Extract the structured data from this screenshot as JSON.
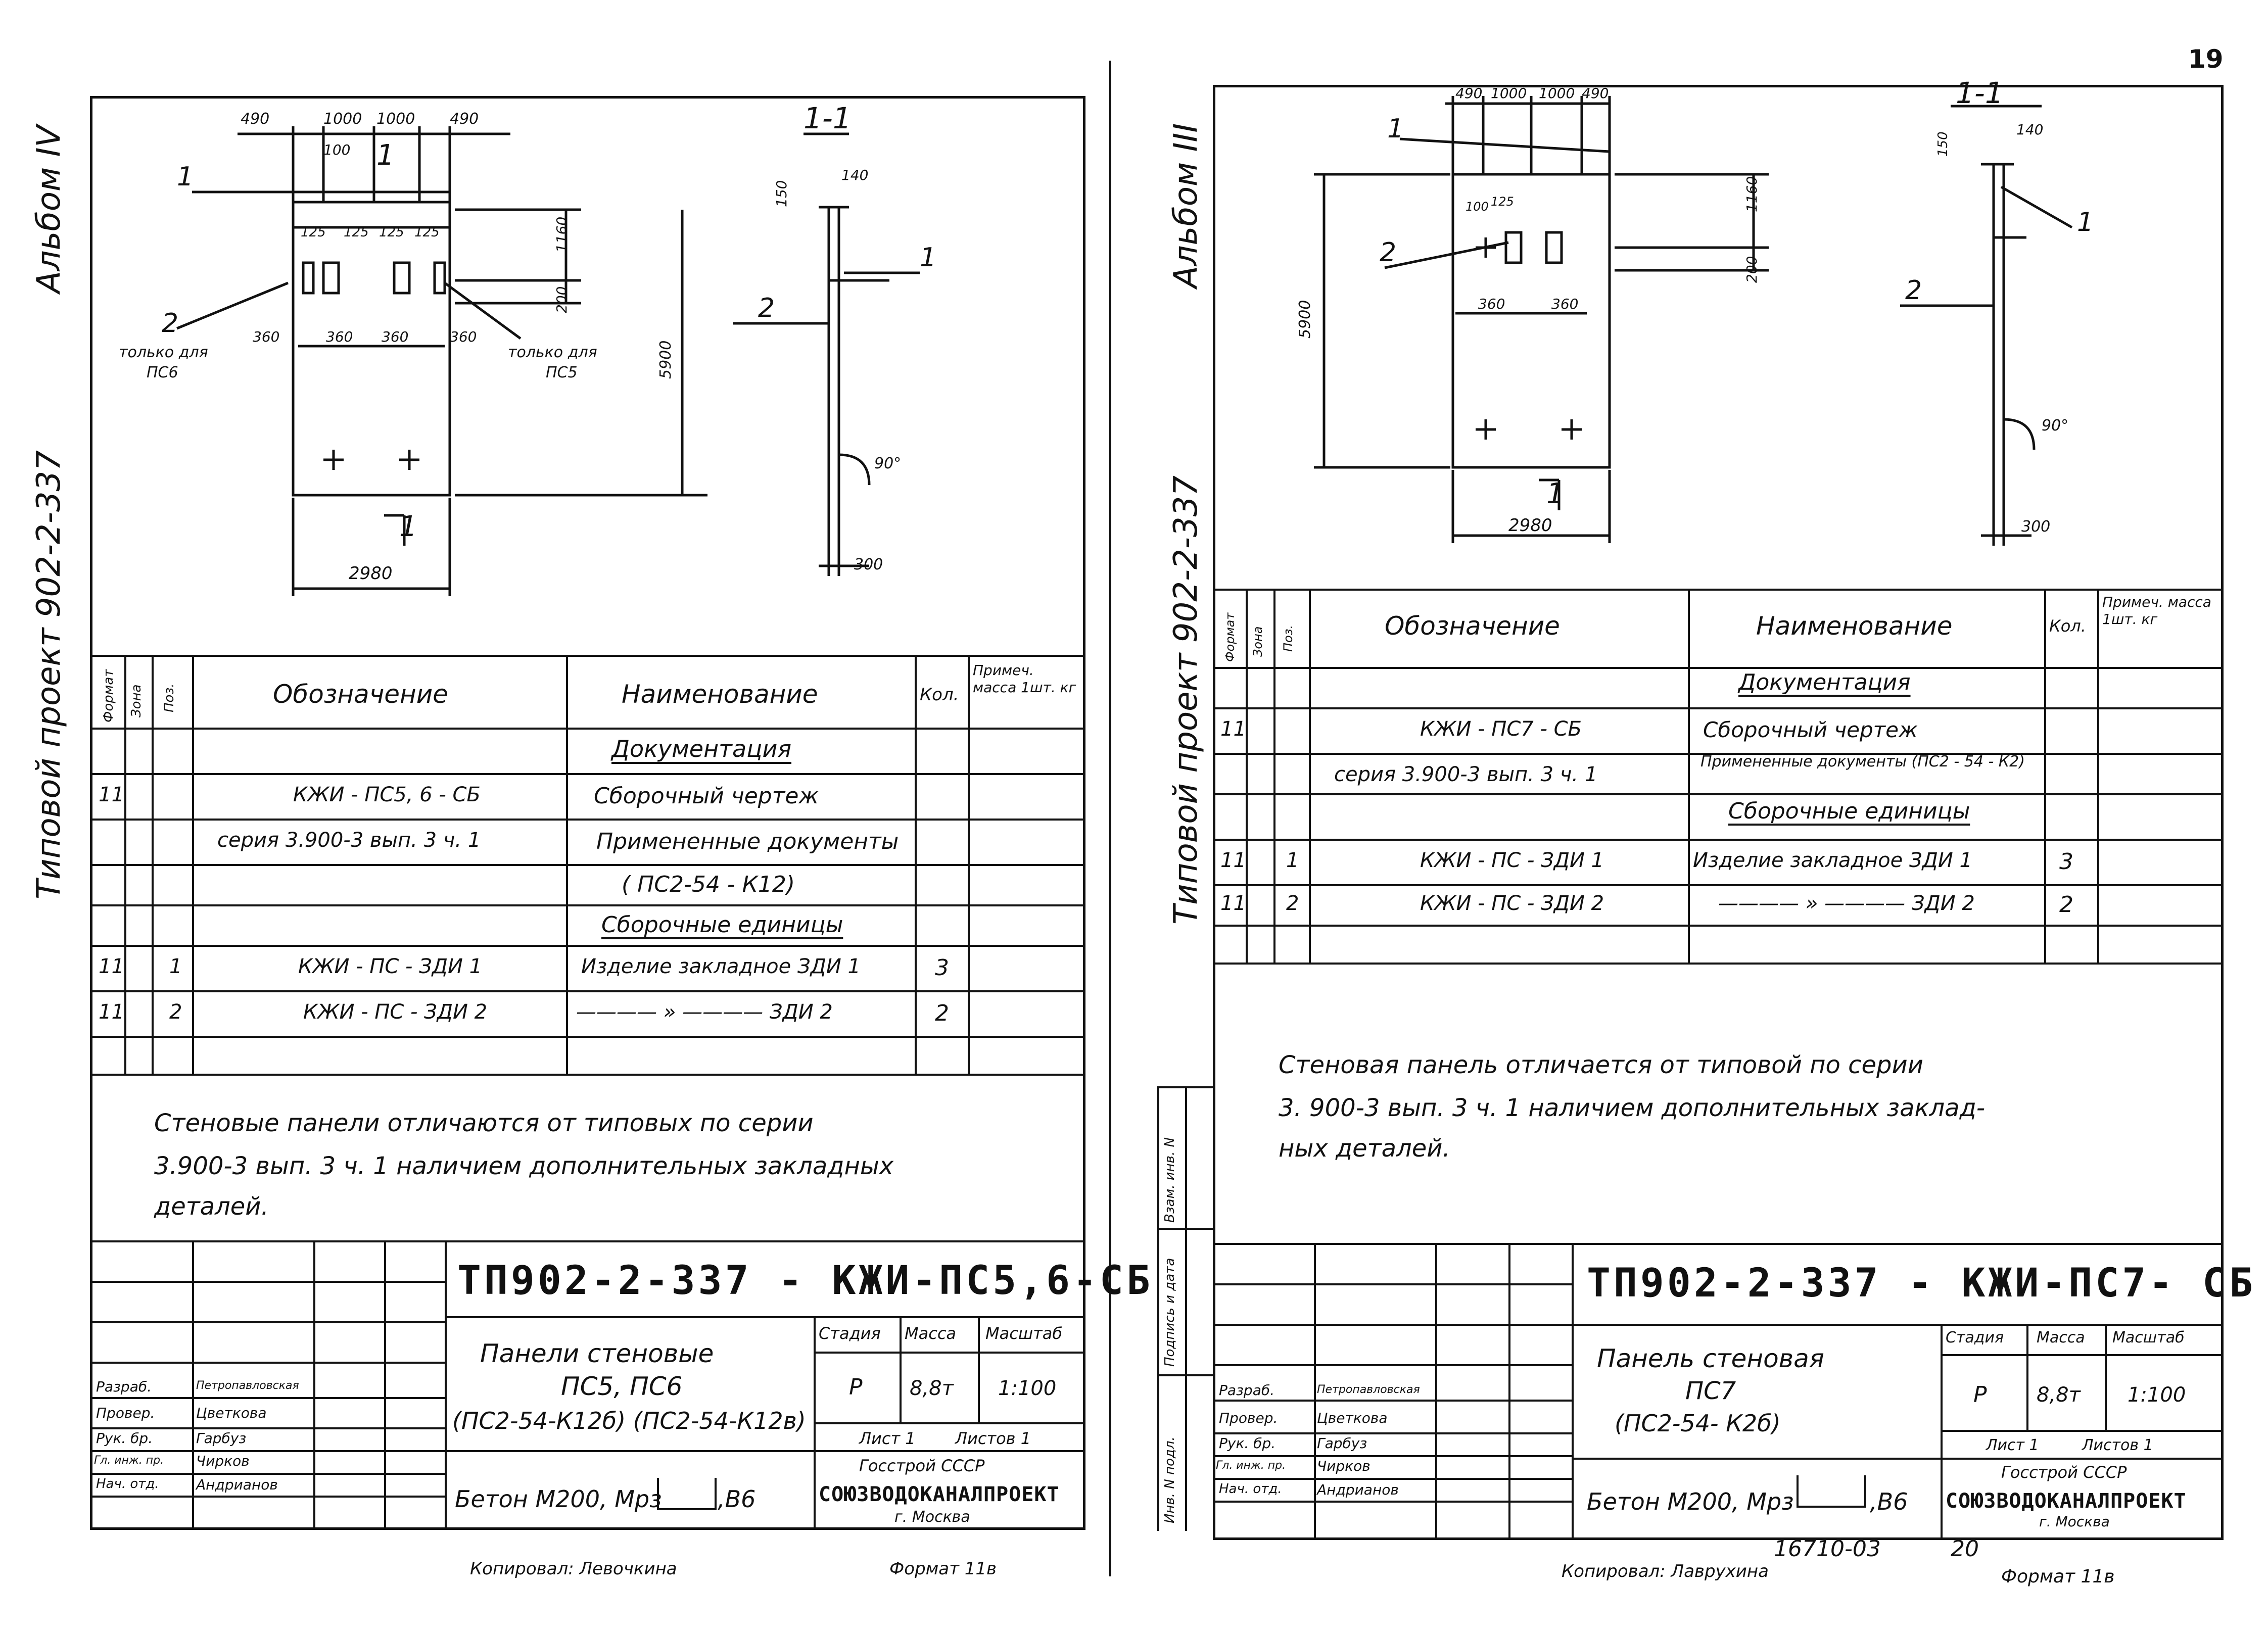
{
  "page_number": "19",
  "left": {
    "album": "Альбом IV",
    "project": "Типовой   проект  902-2-337",
    "section": "1-1",
    "callout_1": "1",
    "callout_2": "2",
    "dims_top": [
      "490",
      "1000",
      "1000",
      "490"
    ],
    "dim_100": "100",
    "dims_125": [
      "125",
      "125",
      "125",
      "125"
    ],
    "dims_360": [
      "360",
      "360",
      "360",
      "360"
    ],
    "dim_1160": "1160",
    "dim_200": "200",
    "dim_5900": "5900",
    "dim_2980": "2980",
    "dim_150": "150",
    "dim_140": "140",
    "dim_300": "300",
    "angle": "90°",
    "note_only_ps6": [
      "только для",
      "ПС6"
    ],
    "note_only_ps5": [
      "только для",
      "ПС5"
    ],
    "spec_header": {
      "format": "Формат",
      "zone": "Зона",
      "pos": "Поз.",
      "designation": "Обозначение",
      "name": "Наименование",
      "qty": "Кол.",
      "note": "Примеч. масса 1шт. кг"
    },
    "spec_rows": [
      {
        "f": "",
        "p": "",
        "d": "",
        "n": "Документация",
        "q": ""
      },
      {
        "f": "11",
        "p": "",
        "d": "КЖИ - ПС5, 6 - СБ",
        "n": "Сборочный   чертеж",
        "q": ""
      },
      {
        "f": "",
        "p": "",
        "d": "серия  3.900-3  вып. 3 ч. 1",
        "n": "Примененные  документы",
        "q": ""
      },
      {
        "f": "",
        "p": "",
        "d": "",
        "n": "( ПС2-54 - К12)",
        "q": ""
      },
      {
        "f": "",
        "p": "",
        "d": "",
        "n": "Сборочные   единицы",
        "q": ""
      },
      {
        "f": "11",
        "p": "1",
        "d": "КЖИ - ПС - ЗДИ 1",
        "n": "Изделие закладное  ЗДИ 1",
        "q": "3"
      },
      {
        "f": "11",
        "p": "2",
        "d": "КЖИ - ПС - ЗДИ 2",
        "n": "———— » ————    ЗДИ 2",
        "q": "2"
      }
    ],
    "remark": [
      "Стеновые   панели    отличаются   от   типовых     по    серии",
      "3.900-3  вып. 3 ч. 1   наличием    дополнительных      закладных",
      "деталей."
    ],
    "stamp_code": "ТП902-2-337 - КЖИ-ПС5,6-СБ",
    "stamp_title": [
      "Панели  стеновые",
      "ПС5,     ПС6",
      "(ПС2-54-К12б) (ПС2-54-К12в)"
    ],
    "stage_label": "Стадия",
    "mass_label": "Масса",
    "scale_label": "Масштаб",
    "stage": "Р",
    "mass": "8,8т",
    "scale": "1:100",
    "sheet_label": "Лист 1",
    "sheets_label": "Листов 1",
    "concrete": "Бетон М200, Мрз",
    "concrete_suffix": ",В6",
    "org": "Госстрой СССР",
    "org_name": "СОЮЗВОДОКАНАЛПРОЕКТ",
    "city": "г. Москва",
    "roles": [
      {
        "role": "Разраб.",
        "name": "Петропавловская"
      },
      {
        "role": "Провер.",
        "name": "Цветкова"
      },
      {
        "role": "Рук. бр.",
        "name": "Гарбуз"
      },
      {
        "role": "Гл. инж. пр.",
        "name": "Чирков"
      },
      {
        "role": "Нач. отд.",
        "name": "Андрианов"
      }
    ],
    "copied": "Копировал: Левочкина",
    "format": "Формат 11в"
  },
  "right": {
    "album": "Альбом III",
    "project": "Типовой   проект  902-2-337",
    "section": "1-1",
    "callout_1": "1",
    "callout_2": "2",
    "dims_top": [
      "490",
      "1000",
      "1000",
      "490"
    ],
    "dims_125": [
      "100",
      "125"
    ],
    "dims_360": [
      "360",
      "360"
    ],
    "dim_1160": "1160",
    "dim_200": "200",
    "dim_5900": "5900",
    "dim_2980": "2980",
    "dim_150": "150",
    "dim_140": "140",
    "dim_300": "300",
    "angle": "90°",
    "spec_header": {
      "format": "Формат",
      "zone": "Зона",
      "pos": "Поз.",
      "designation": "Обозначение",
      "name": "Наименование",
      "qty": "Кол.",
      "note": "Примеч. масса 1шт. кг"
    },
    "spec_rows": [
      {
        "f": "",
        "p": "",
        "d": "",
        "n": "Документация",
        "q": ""
      },
      {
        "f": "11",
        "p": "",
        "d": "КЖИ - ПС7 - СБ",
        "n": "Сборочный  чертеж",
        "q": ""
      },
      {
        "f": "",
        "p": "",
        "d": "серия  3.900-3   вып. 3  ч. 1",
        "n": "Примененные  документы (ПС2 - 54 - К2)",
        "q": ""
      },
      {
        "f": "",
        "p": "",
        "d": "",
        "n": "Сборочные  единицы",
        "q": ""
      },
      {
        "f": "11",
        "p": "1",
        "d": "КЖИ - ПС - ЗДИ 1",
        "n": "Изделие  закладное  ЗДИ 1",
        "q": "3"
      },
      {
        "f": "11",
        "p": "2",
        "d": "КЖИ - ПС - ЗДИ 2",
        "n": "———— » ————   ЗДИ 2",
        "q": "2"
      },
      {
        "f": "",
        "p": "",
        "d": "",
        "n": "",
        "q": ""
      }
    ],
    "remark": [
      "Стеновая     панель     отличается     от   типовой      по     серии",
      "3. 900-3    вып. 3  ч. 1    наличием       дополнительных     заклад-",
      "ных     деталей."
    ],
    "stamp_code": "ТП902-2-337 - КЖИ-ПС7- СБ",
    "stamp_title": [
      "Панель   стеновая",
      "ПС7",
      "(ПС2-54- К2б)"
    ],
    "stage_label": "Стадия",
    "mass_label": "Масса",
    "scale_label": "Масштаб",
    "stage": "Р",
    "mass": "8,8т",
    "scale": "1:100",
    "sheet_label": "Лист 1",
    "sheets_label": "Листов 1",
    "concrete": "Бетон М200, Мрз",
    "concrete_suffix": ",В6",
    "org": "Госстрой СССР",
    "org_name": "СОЮЗВОДОКАНАЛПРОЕКТ",
    "city": "г. Москва",
    "roles": [
      {
        "role": "Разраб.",
        "name": "Петропавловская"
      },
      {
        "role": "Провер.",
        "name": "Цветкова"
      },
      {
        "role": "Рук. бр.",
        "name": "Гарбуз"
      },
      {
        "role": "Гл. инж. пр.",
        "name": "Чирков"
      },
      {
        "role": "Нач. отд.",
        "name": "Андрианов"
      }
    ],
    "side_labels": [
      "Инв. N подл.",
      "Подпись и дата",
      "Взам. инв. N"
    ],
    "copied": "Копировал: Лаврухина",
    "archive_no": "16710-03",
    "sheet_no": "20",
    "format": "Формат 11в"
  }
}
